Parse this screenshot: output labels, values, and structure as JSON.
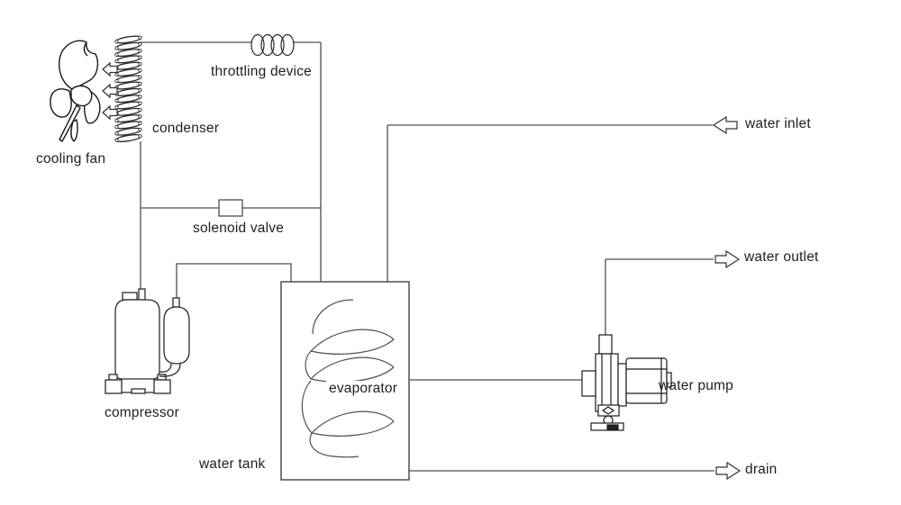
{
  "labels": {
    "cooling_fan": "cooling fan",
    "condenser": "condenser",
    "throttling_device": "throttling device",
    "solenoid_valve": "solenoid valve",
    "compressor": "compressor",
    "evaporator": "evaporator",
    "water_tank": "water tank",
    "water_pump": "water pump",
    "water_inlet": "water inlet",
    "water_outlet": "water outlet",
    "drain": "drain"
  },
  "icons": {
    "cooling_fan": "fan-blades-icon",
    "airflow": "hollow-left-arrow-icon",
    "water_inlet": "hollow-left-arrow-icon",
    "water_outlet": "hollow-right-arrow-icon",
    "drain": "hollow-right-arrow-icon"
  },
  "colors": {
    "background": "#ffffff",
    "pipe_line": "#4f4f4f",
    "component_outline": "#2b2b2b",
    "text": "#1f1f1f"
  }
}
